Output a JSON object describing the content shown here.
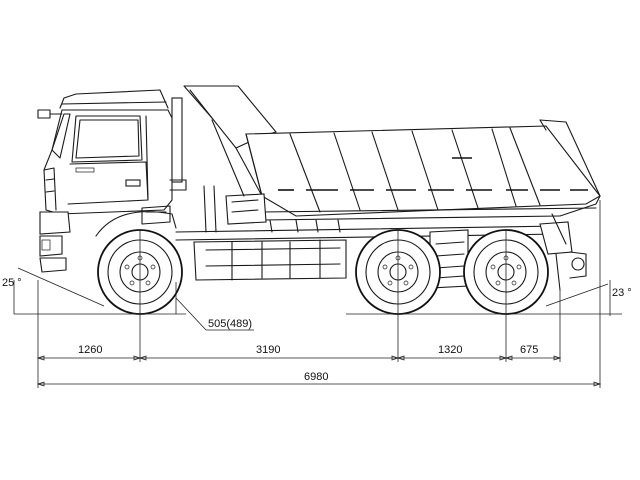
{
  "drawing": {
    "subject": "dump-truck-side-view"
  },
  "dimensions": {
    "front_overhang": "1260",
    "wheelbase_front": "3190",
    "rear_axle_spacing": "1320",
    "rear_overhang": "675",
    "overall_length": "6980",
    "ground_clearance": "505(489)"
  },
  "angles": {
    "approach_angle": "25 °",
    "departure_angle": "23 °"
  }
}
